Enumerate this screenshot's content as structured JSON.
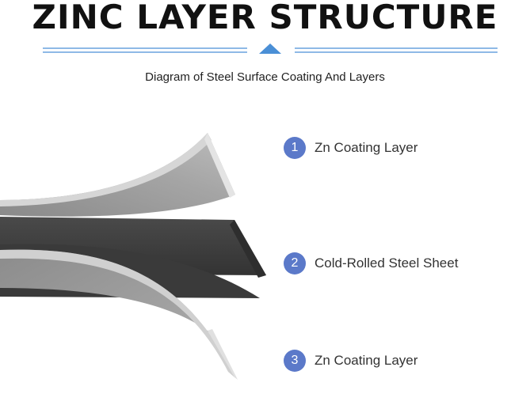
{
  "title": "ZINC LAYER STRUCTURE",
  "subtitle": "Diagram of Steel Surface Coating And Layers",
  "accent_color": "#4a8fd6",
  "badge_color": "#5b79c9",
  "layers": [
    {
      "number": "1",
      "label": "Zn Coating Layer"
    },
    {
      "number": "2",
      "label": "Cold-Rolled Steel Sheet"
    },
    {
      "number": "3",
      "label": "Zn Coating Layer"
    }
  ]
}
